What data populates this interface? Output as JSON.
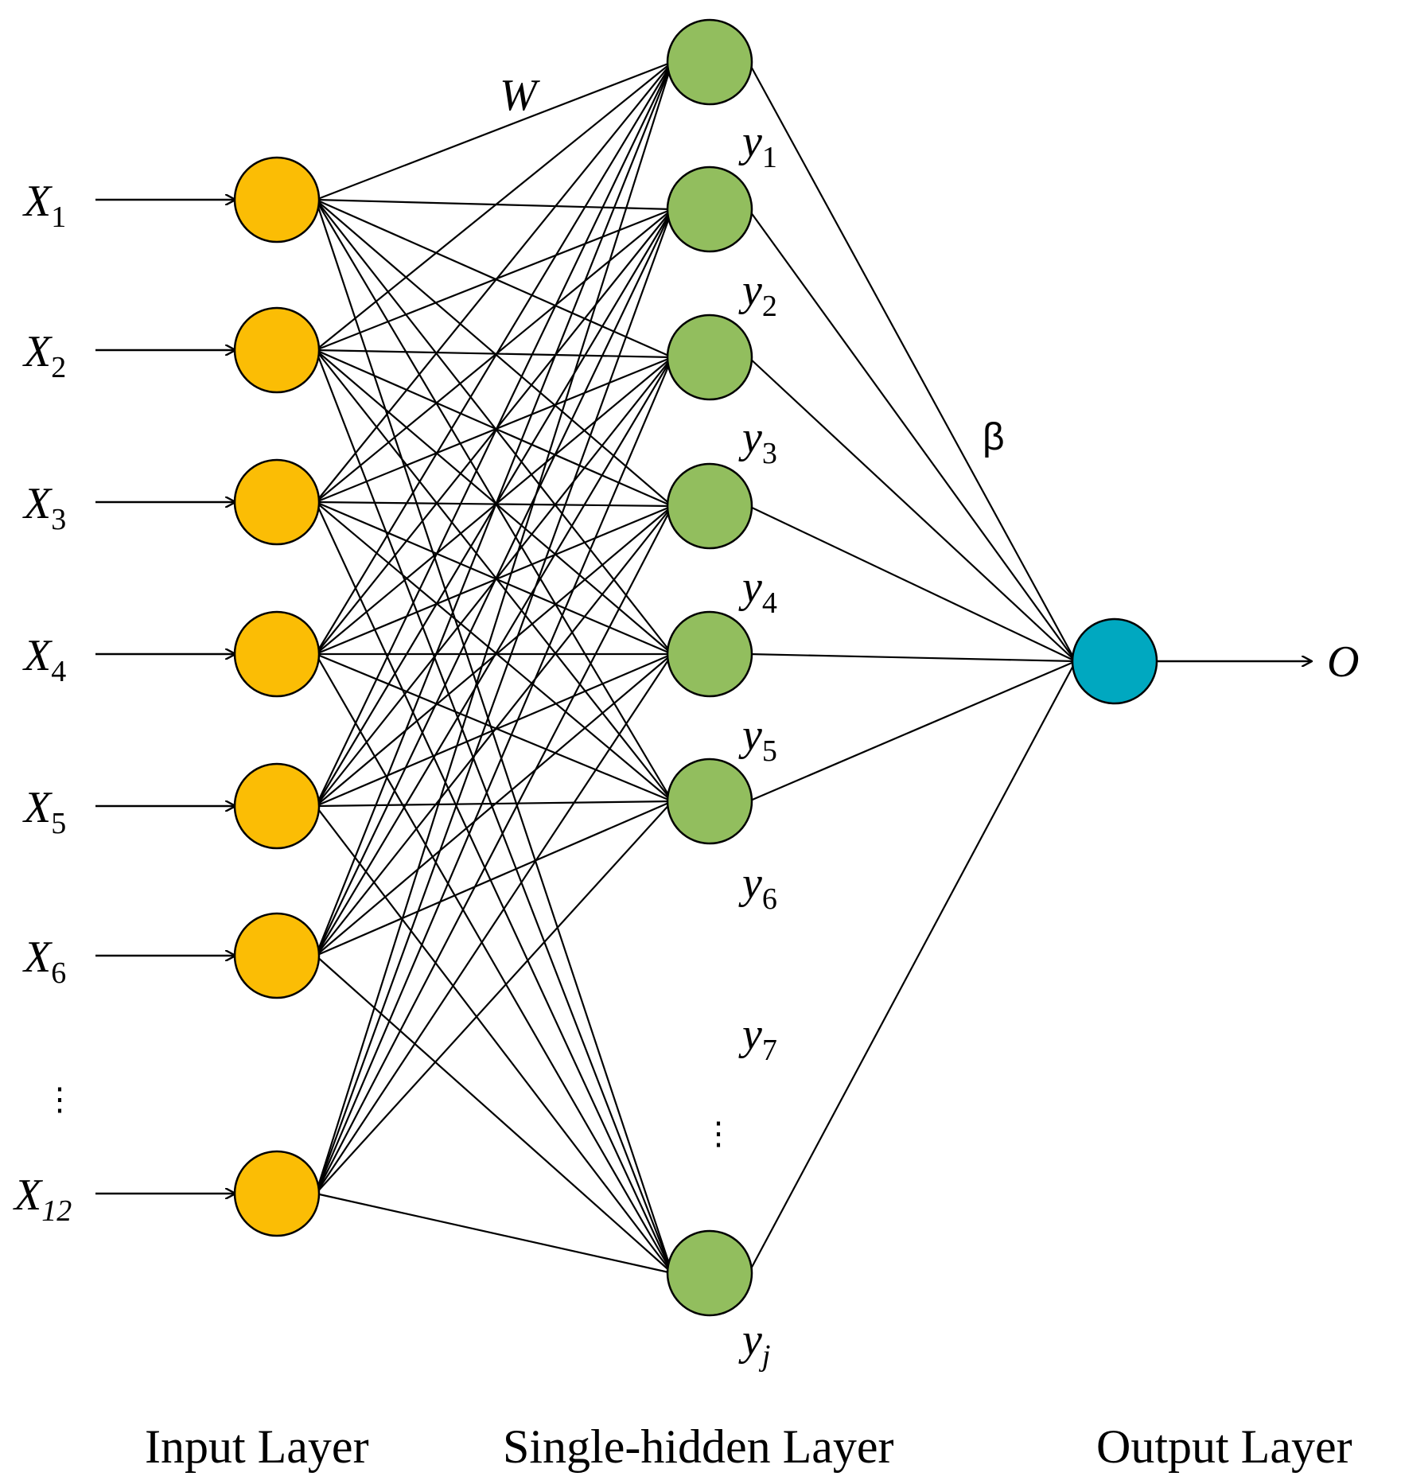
{
  "colors": {
    "input_node": "#FBBD05",
    "hidden_node": "#92BE5E",
    "output_node": "#00A8C0"
  },
  "inputs": [
    {
      "base": "X",
      "sub": "1"
    },
    {
      "base": "X",
      "sub": "2"
    },
    {
      "base": "X",
      "sub": "3"
    },
    {
      "base": "X",
      "sub": "4"
    },
    {
      "base": "X",
      "sub": "5"
    },
    {
      "base": "X",
      "sub": "6"
    },
    {
      "base": "X",
      "sub": "12"
    }
  ],
  "hidden": [
    {
      "base": "y",
      "sub": "1"
    },
    {
      "base": "y",
      "sub": "2"
    },
    {
      "base": "y",
      "sub": "3"
    },
    {
      "base": "y",
      "sub": "4"
    },
    {
      "base": "y",
      "sub": "5"
    },
    {
      "base": "y",
      "sub": "6"
    },
    {
      "base": "y",
      "sub": "7"
    },
    {
      "base": "y",
      "sub": "j"
    }
  ],
  "weights": {
    "input_hidden": "W",
    "hidden_output": "β"
  },
  "output": {
    "label": "O"
  },
  "ellipsis": "⋮",
  "layers": {
    "input": "Input Layer",
    "hidden": "Single-hidden Layer",
    "output": "Output Layer"
  }
}
